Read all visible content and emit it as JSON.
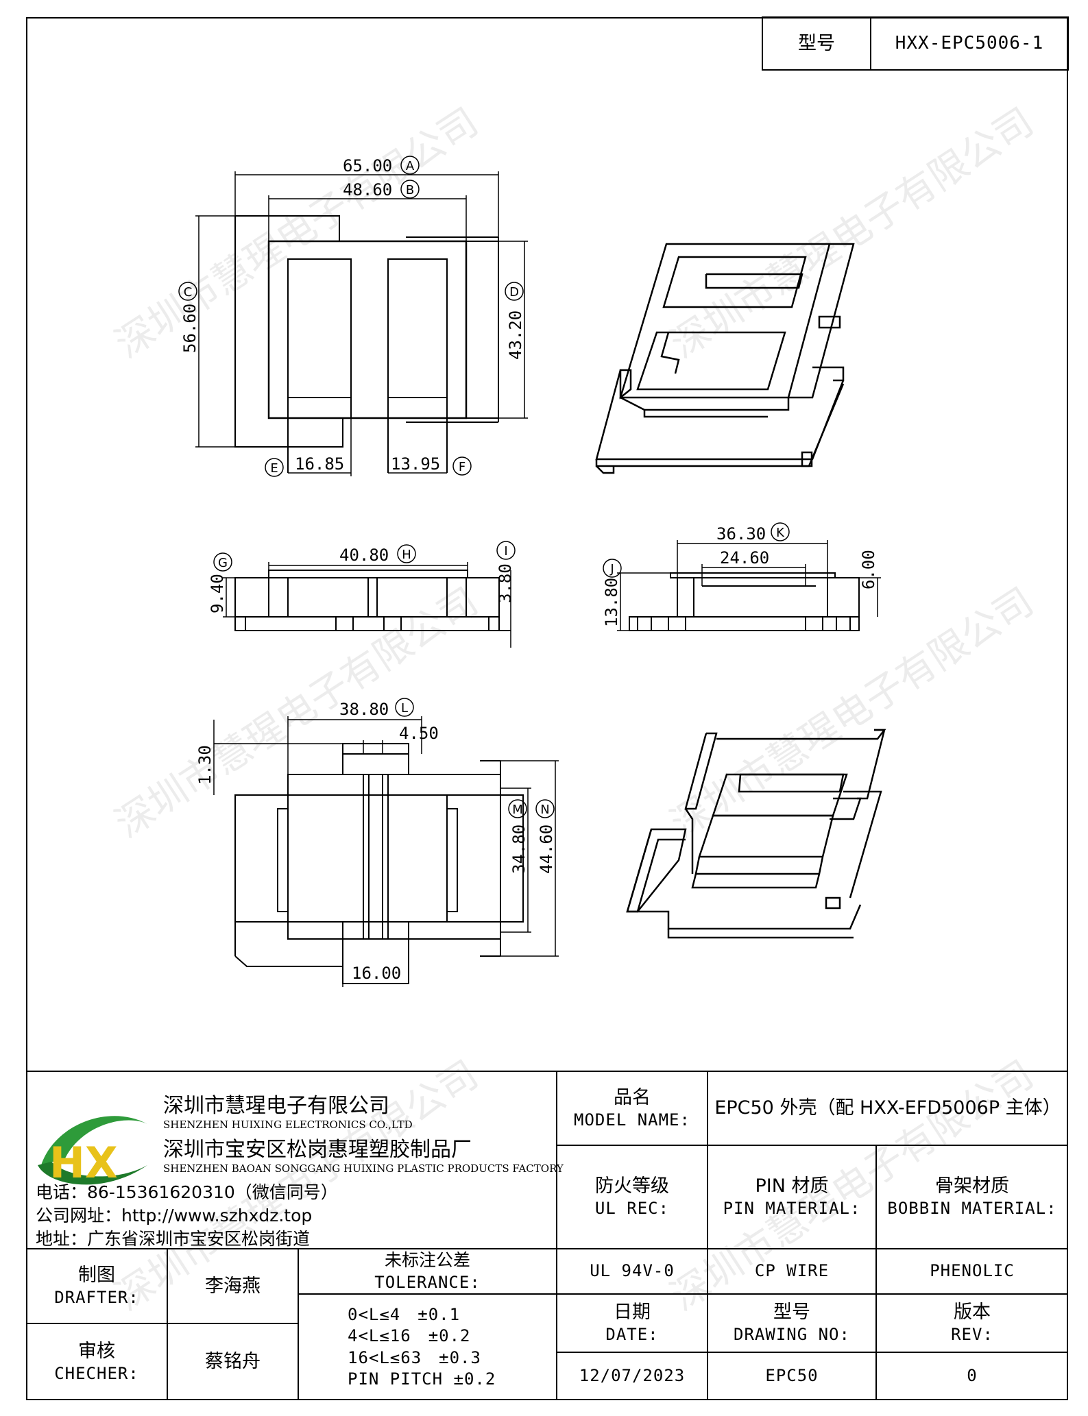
{
  "header": {
    "model_label": "型号",
    "model_value": "HXX-EPC5006-1"
  },
  "dims": {
    "A": "65.00",
    "B": "48.60",
    "C": "56.60",
    "D": "43.20",
    "E": "16.85",
    "F": "13.95",
    "G": "9.40",
    "H": "40.80",
    "I": "3.80",
    "J": "13.80",
    "K": "36.30",
    "K_inner": "24.60",
    "K_side": "6.00",
    "L": "38.80",
    "L_inner": "4.50",
    "L_side": "1.30",
    "M": "34.80",
    "N": "44.60",
    "bottom": "16.00"
  },
  "markers": {
    "A": "A",
    "B": "B",
    "C": "C",
    "D": "D",
    "E": "E",
    "F": "F",
    "G": "G",
    "H": "H",
    "I": "I",
    "J": "J",
    "K": "K",
    "L": "L",
    "M": "M",
    "N": "N"
  },
  "watermark": "深圳市慧瑆电子有限公司",
  "company": {
    "name_cn": "深圳市慧瑆电子有限公司",
    "name_en": "SHENZHEN HUIXING ELECTRONICS CO.,LTD",
    "factory_cn": "深圳市宝安区松岗惠瑆塑胶制品厂",
    "factory_en": "SHENZHEN BAOAN SONGGANG HUIXING PLASTIC PRODUCTS FACTORY",
    "phone": "电话：86-15361620310（微信同号）",
    "website": "公司网址：http://www.szhxdz.top",
    "address": "地址：广东省深圳市宝安区松岗街道",
    "logo_letters": "HX"
  },
  "title_block": {
    "model_name_cn": "品名",
    "model_name_en": "MODEL NAME:",
    "model_name_value": "EPC50 外壳（配 HXX-EFD5006P 主体）",
    "ul_cn": "防火等级",
    "ul_en": "UL REC:",
    "pin_cn": "PIN 材质",
    "pin_en": "PIN MATERIAL:",
    "bobbin_cn": "骨架材质",
    "bobbin_en": "BOBBIN MATERIAL:",
    "ul_value": "UL 94V-0",
    "pin_value": "CP WIRE",
    "bobbin_value": "PHENOLIC",
    "drafter_cn": "制图",
    "drafter_en": "DRAFTER:",
    "drafter_value": "李海燕",
    "checker_cn": "审核",
    "checker_en": "CHECHER:",
    "checker_value": "蔡铭舟",
    "tolerance_cn": "未标注公差",
    "tolerance_en": "TOLERANCE:",
    "tolerances": [
      "0<L≤4　±0.1",
      "4<L≤16　±0.2",
      "16<L≤63　±0.3",
      "PIN PITCH ±0.2"
    ],
    "date_cn": "日期",
    "date_en": "DATE:",
    "date_value": "12/07/2023",
    "drawing_cn": "型号",
    "drawing_en": "DRAWING NO:",
    "drawing_value": "EPC50",
    "rev_cn": "版本",
    "rev_en": "REV:",
    "rev_value": "0"
  },
  "colors": {
    "logo_green": "#2e9b3a",
    "logo_yellow": "#e8c21a",
    "logo_dark_green": "#1e7a2a"
  }
}
